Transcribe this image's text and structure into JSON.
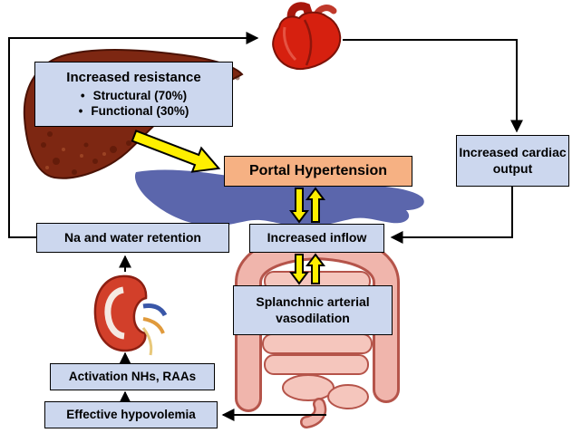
{
  "diagram": {
    "bullet_char": "•",
    "boxes": {
      "increased_resistance": {
        "title": "Increased resistance",
        "bullets": [
          "Structural (70%)",
          "Functional (30%)"
        ]
      },
      "portal_hypertension": {
        "label": "Portal Hypertension"
      },
      "increased_cardiac_output": {
        "label": "Increased cardiac output"
      },
      "na_water_retention": {
        "label": "Na and water retention"
      },
      "increased_inflow": {
        "label": "Increased inflow"
      },
      "splanchnic_vasodilation": {
        "label": "Splanchnic arterial vasodilation"
      },
      "activation_nhs_raas": {
        "label": "Activation NHs, RAAs"
      },
      "effective_hypovolemia": {
        "label": "Effective hypovolemia"
      }
    },
    "icons": {
      "heart": "heart-organ-icon",
      "liver": "liver-organ-icon",
      "kidney": "kidney-organ-icon",
      "intestines": "intestines-organ-icon",
      "portal_vein": "portal-vein-silhouette-icon"
    },
    "colors": {
      "box_fill": "#ccd7ee",
      "box_border": "#000000",
      "portal_box_fill": "#f6b183",
      "arrow_yellow": "#ffef00",
      "arrow_black": "#000000",
      "liver": "#7d2712",
      "heart": "#d6200f",
      "kidney": "#d23f2a",
      "intestines": "#f0b5ac",
      "portal_vein_shadow": "#5b66ac",
      "background": "#ffffff"
    }
  }
}
